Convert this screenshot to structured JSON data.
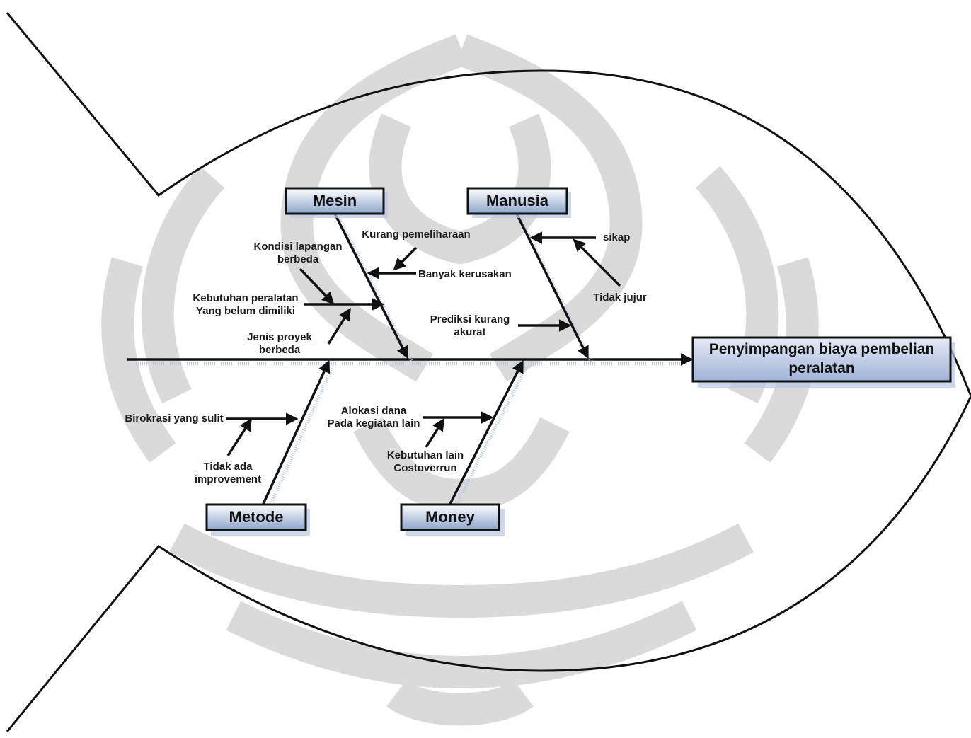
{
  "effect": {
    "line1": "Penyimpangan biaya pembelian",
    "line2": "peralatan"
  },
  "categories": {
    "mesin": "Mesin",
    "manusia": "Manusia",
    "metode": "Metode",
    "money": "Money"
  },
  "causes": {
    "kondisi_1": "Kondisi lapangan",
    "kondisi_2": "berbeda",
    "kurang_pemeliharaan": "Kurang pemeliharaan",
    "banyak_kerusakan": "Banyak kerusakan",
    "kebutuhan_peralatan_1": "Kebutuhan peralatan",
    "kebutuhan_peralatan_2": "Yang belum dimiliki",
    "jenis_proyek_1": "Jenis proyek",
    "jenis_proyek_2": "berbeda",
    "sikap": "sikap",
    "tidak_jujur": "Tidak jujur",
    "prediksi_1": "Prediksi kurang",
    "prediksi_2": "akurat",
    "birokrasi": "Birokrasi yang sulit",
    "tidak_ada_1": "Tidak ada",
    "tidak_ada_2": "improvement",
    "alokasi_1": "Alokasi dana",
    "alokasi_2": "Pada kegiatan lain",
    "kebutuhan_lain_1": "Kebutuhan lain",
    "kebutuhan_lain_2": "Costoverrun"
  },
  "colors": {
    "box_top": "#ffffff",
    "box_bottom": "#8fa4cc",
    "shadow": "#b8c6e6",
    "watermark": "#d4d4d4"
  }
}
